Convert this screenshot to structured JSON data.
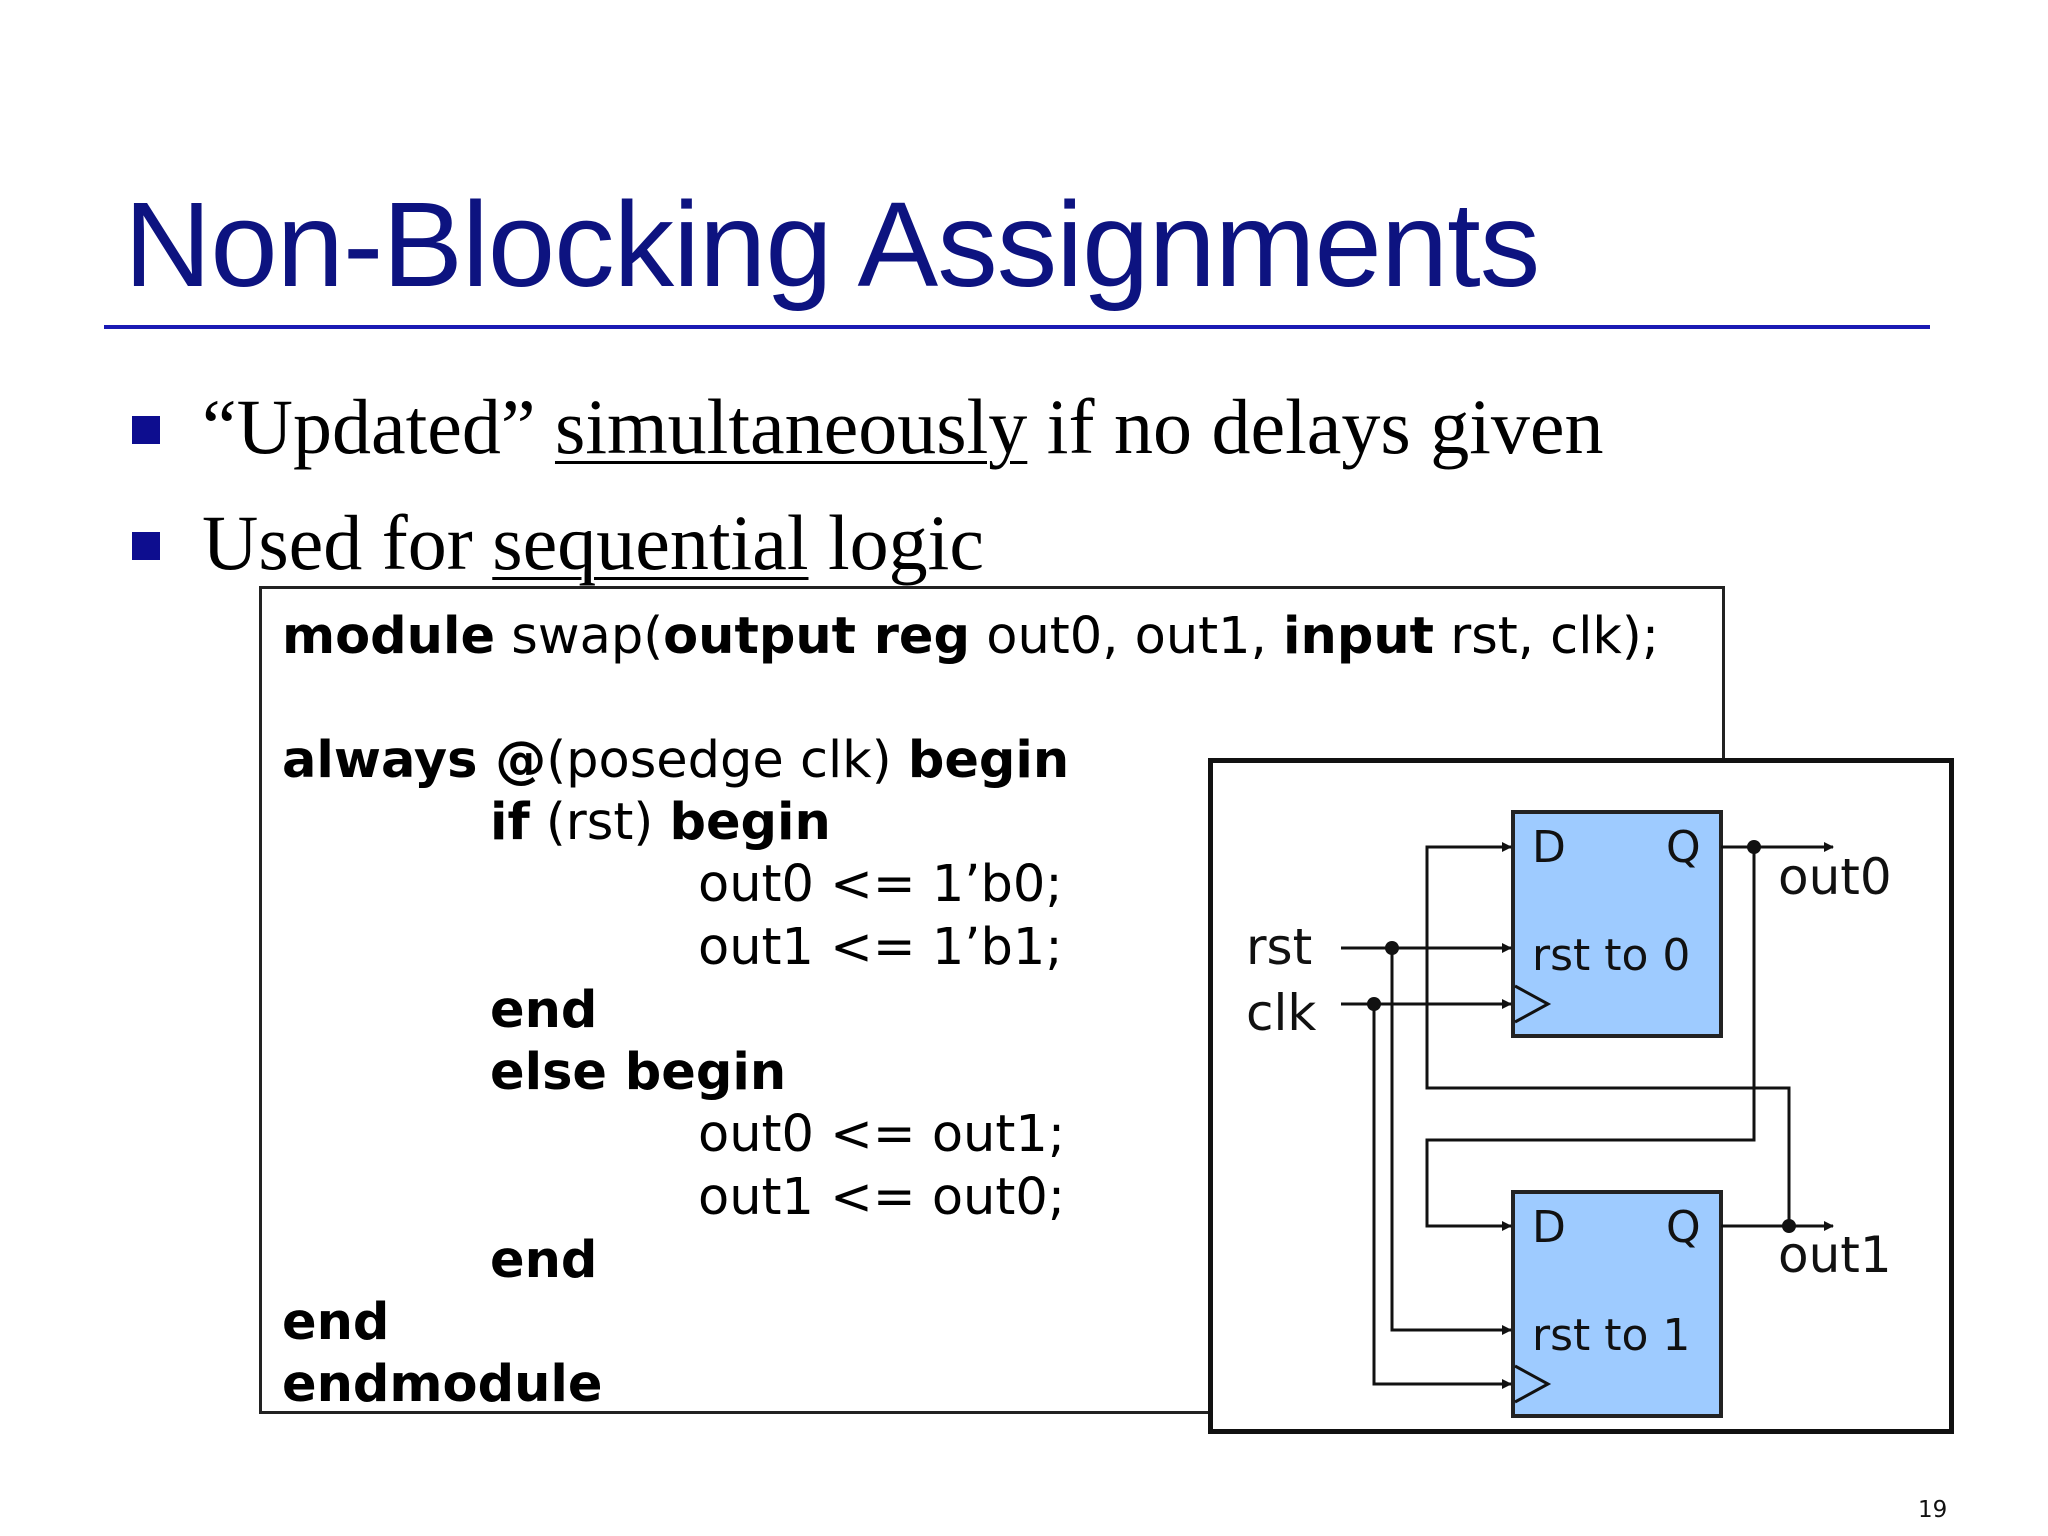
{
  "title": "Non-Blocking Assignments",
  "bullets": {
    "b1": {
      "pre": "“Updated” ",
      "underlined": "simultaneously",
      "post": " if no delays given"
    },
    "b2": {
      "pre": "Used for ",
      "underlined": "sequential",
      "post": " logic"
    }
  },
  "code": {
    "l1": {
      "k1": "module",
      "t1": " swap(",
      "k2": "output reg",
      "t2": " out0, out1, ",
      "k3": "input",
      "t3": " rst, clk);"
    },
    "l2": {
      "k1": "always @",
      "t1": "(posedge clk) ",
      "k2": "begin"
    },
    "l3": {
      "k1": "if",
      "t1": " (rst) ",
      "k2": "begin"
    },
    "l4": "out0 <= 1’b0;",
    "l5": "out1 <= 1’b1;",
    "l6": "end",
    "l7": "else begin",
    "l8": "out0 <= out1;",
    "l9": "out1 <= out0;",
    "l10": "end",
    "l11": "end",
    "l12": "endmodule"
  },
  "circuit": {
    "ff_fill": "#9ecbff",
    "ff_top": {
      "d": "D",
      "q": "Q",
      "rst": "rst to 0"
    },
    "ff_bottom": {
      "d": "D",
      "q": "Q",
      "rst": "rst to 1"
    },
    "inputs": {
      "rst": "rst",
      "clk": "clk"
    },
    "outputs": {
      "out0": "out0",
      "out1": "out1"
    }
  },
  "page_number": "19"
}
